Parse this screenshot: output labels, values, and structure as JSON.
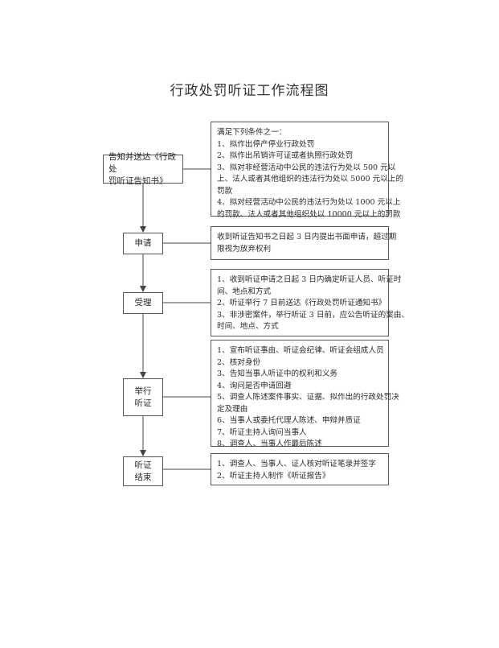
{
  "title": "行政处罚听证工作流程图",
  "steps": [
    {
      "id": "notify",
      "label": "告知并送达《行政处\n罚听证告知书》"
    },
    {
      "id": "apply",
      "label": "申请"
    },
    {
      "id": "accept",
      "label": "受理"
    },
    {
      "id": "hearing",
      "label": "举行\n听证"
    },
    {
      "id": "end",
      "label": "听证\n结束"
    }
  ],
  "notes": {
    "notify": [
      "满足下列条件之一：",
      "1、拟作出停产停业行政处罚",
      "2、拟作出吊销许可证或者执照行政处罚",
      "3、拟对非经营活动中公民的违法行为处以 500 元以",
      "上、法人或者其他组织的违法行为处以 5000 元以上的",
      "罚款",
      "4、拟对经营活动中公民的违法行为处以 1000 元以上",
      "的罚款、法人或者其他组织处以 10000 元以上的罚款"
    ],
    "apply": [
      "收到听证告知书之日起 3 日内提出书面申请，超过期",
      "限视为放弃权利"
    ],
    "accept": [
      "1、收到听证申请之日起 3 日内确定听证人员、听证时",
      "间、地点和方式",
      "2、听证举行 7 日前送达《行政处罚听证通知书》",
      "3、非涉密案件，举行听证 3 日前，应公告听证的案由、",
      "时间、地点、方式"
    ],
    "hearing": [
      "1、宣布听证事由、听证会纪律、听证会组成人员",
      "2、核对身份",
      "3、告知当事人听证中的权利和义务",
      "4、询问是否申请回避",
      "5、调查人陈述案件事实、证据、拟作出的行政处罚决",
      "定及理由",
      "6、当事人或委托代理人陈述、申辩并质证",
      "7、听证主持人询问当事人",
      "8、调查人、当事人作最后陈述"
    ],
    "end": [
      "1、调查人、当事人、证人核对听证笔录并签字",
      "2、听证主持人制作《听证报告》"
    ]
  }
}
